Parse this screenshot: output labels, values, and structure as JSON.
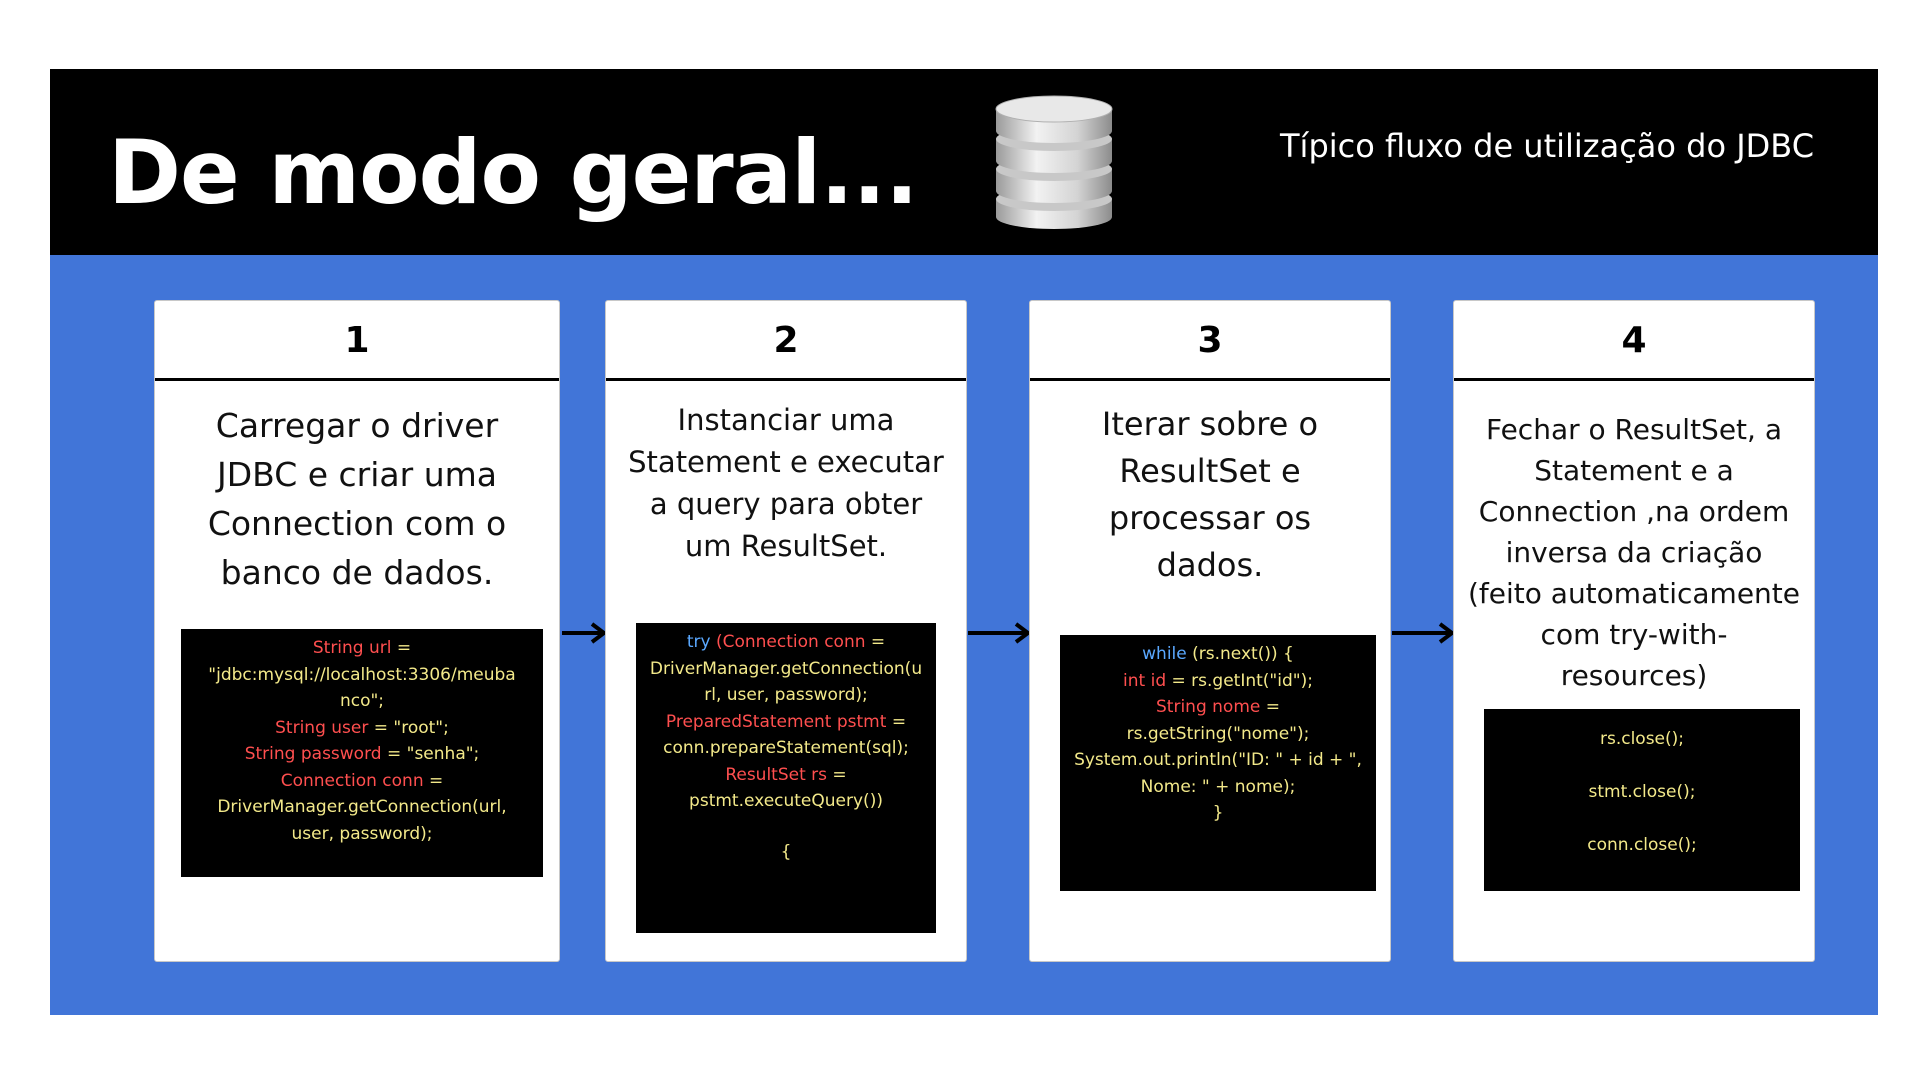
{
  "header": {
    "title": "De modo geral...",
    "subtitle": "Típico fluxo de utilização do JDBC"
  },
  "icons": {
    "header_icon": "database-icon",
    "connector": "arrow-right-icon"
  },
  "colors": {
    "header_bg": "#000000",
    "slide_bg": "#4175d8",
    "code_bg": "#000000",
    "code_text": "#f3e98a",
    "code_keyword": "#ff4f4f",
    "code_control": "#5aa8ff"
  },
  "steps": [
    {
      "number": "1",
      "text": "Carregar o driver\nJDBC  e criar uma\nConnection com o\nbanco de dados.",
      "code": {
        "l1": "String url",
        "l1b": " =",
        "l2": "\"jdbc:mysql://localhost:3306/meuba",
        "l3": "nco\";",
        "l4": "String user",
        "l4b": " = \"root\";",
        "l5": "String password",
        "l5b": " = \"senha\";",
        "l6": "Connection conn",
        "l6b": " =",
        "l7": "DriverManager.getConnection(url,",
        "l8": "user, password);"
      }
    },
    {
      "number": "2",
      "text": "Instanciar uma\nStatement e executar\na query para obter\num ResultSet.",
      "code": {
        "l1a": "try",
        "l1": " (Connection conn",
        "l1b": " =",
        "l2": "DriverManager.getConnection(u",
        "l3": "rl, user, password);",
        "l4": "PreparedStatement pstmt",
        "l4b": " =",
        "l5": "conn.prepareStatement(sql);",
        "l6": "ResultSet rs",
        "l6b": " =",
        "l7": "pstmt.executeQuery())",
        "l8": "{"
      }
    },
    {
      "number": "3",
      "text": "Iterar sobre o\nResultSet e\nprocessar os\ndados.",
      "code": {
        "l1a": "while",
        "l1b": " (rs.next()) {",
        "l2": "int id",
        "l2b": " = rs.getInt(\"id\");",
        "l3": "String nome",
        "l3b": " =",
        "l4": "rs.getString(\"nome\");",
        "l5": "System.out.println(\"ID: \" + id + \",",
        "l6": "Nome: \" + nome);",
        "l7": "}"
      }
    },
    {
      "number": "4",
      "text": "Fechar o ResultSet, a\nStatement e a\nConnection ,na ordem\ninversa da criação\n(feito automaticamente\ncom try-with-\nresources)",
      "code": {
        "l1": "rs.close();",
        "l2": "stmt.close();",
        "l3": "conn.close();"
      }
    }
  ]
}
